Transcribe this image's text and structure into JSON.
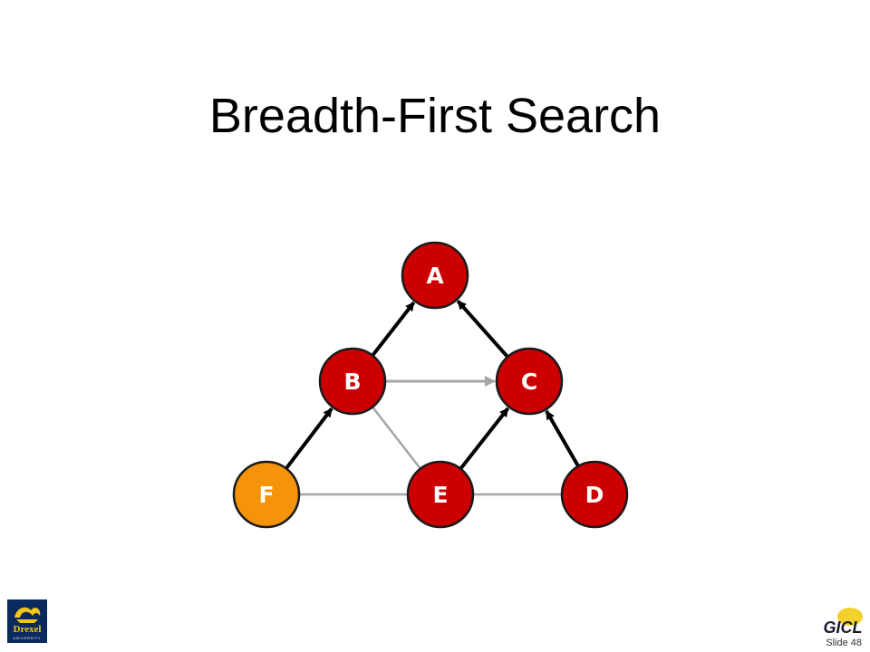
{
  "slide": {
    "title": "Breadth-First Search",
    "slide_number": "Slide 48"
  },
  "graph": {
    "nodes": [
      {
        "id": "A",
        "label": "A",
        "color": "#cc0000"
      },
      {
        "id": "B",
        "label": "B",
        "color": "#cc0000"
      },
      {
        "id": "C",
        "label": "C",
        "color": "#cc0000"
      },
      {
        "id": "D",
        "label": "D",
        "color": "#cc0000"
      },
      {
        "id": "E",
        "label": "E",
        "color": "#cc0000"
      },
      {
        "id": "F",
        "label": "F",
        "color": "#f5930a"
      }
    ],
    "edges": [
      {
        "from": "B",
        "to": "A",
        "style": "tree-arrow"
      },
      {
        "from": "C",
        "to": "A",
        "style": "tree-arrow"
      },
      {
        "from": "B",
        "to": "C",
        "style": "gray-arrow"
      },
      {
        "from": "B",
        "to": "E",
        "style": "gray-line"
      },
      {
        "from": "F",
        "to": "B",
        "style": "tree-arrow"
      },
      {
        "from": "E",
        "to": "C",
        "style": "tree-arrow"
      },
      {
        "from": "D",
        "to": "C",
        "style": "tree-arrow"
      },
      {
        "from": "F",
        "to": "E",
        "style": "gray-line"
      },
      {
        "from": "E",
        "to": "D",
        "style": "gray-line"
      }
    ],
    "colors": {
      "tree_edge": "#000000",
      "gray_edge": "#a6a6a6",
      "node_stroke": "#1a1a1a"
    }
  },
  "logos": {
    "left": "drexel-university-logo",
    "right": "gicl-logo"
  }
}
